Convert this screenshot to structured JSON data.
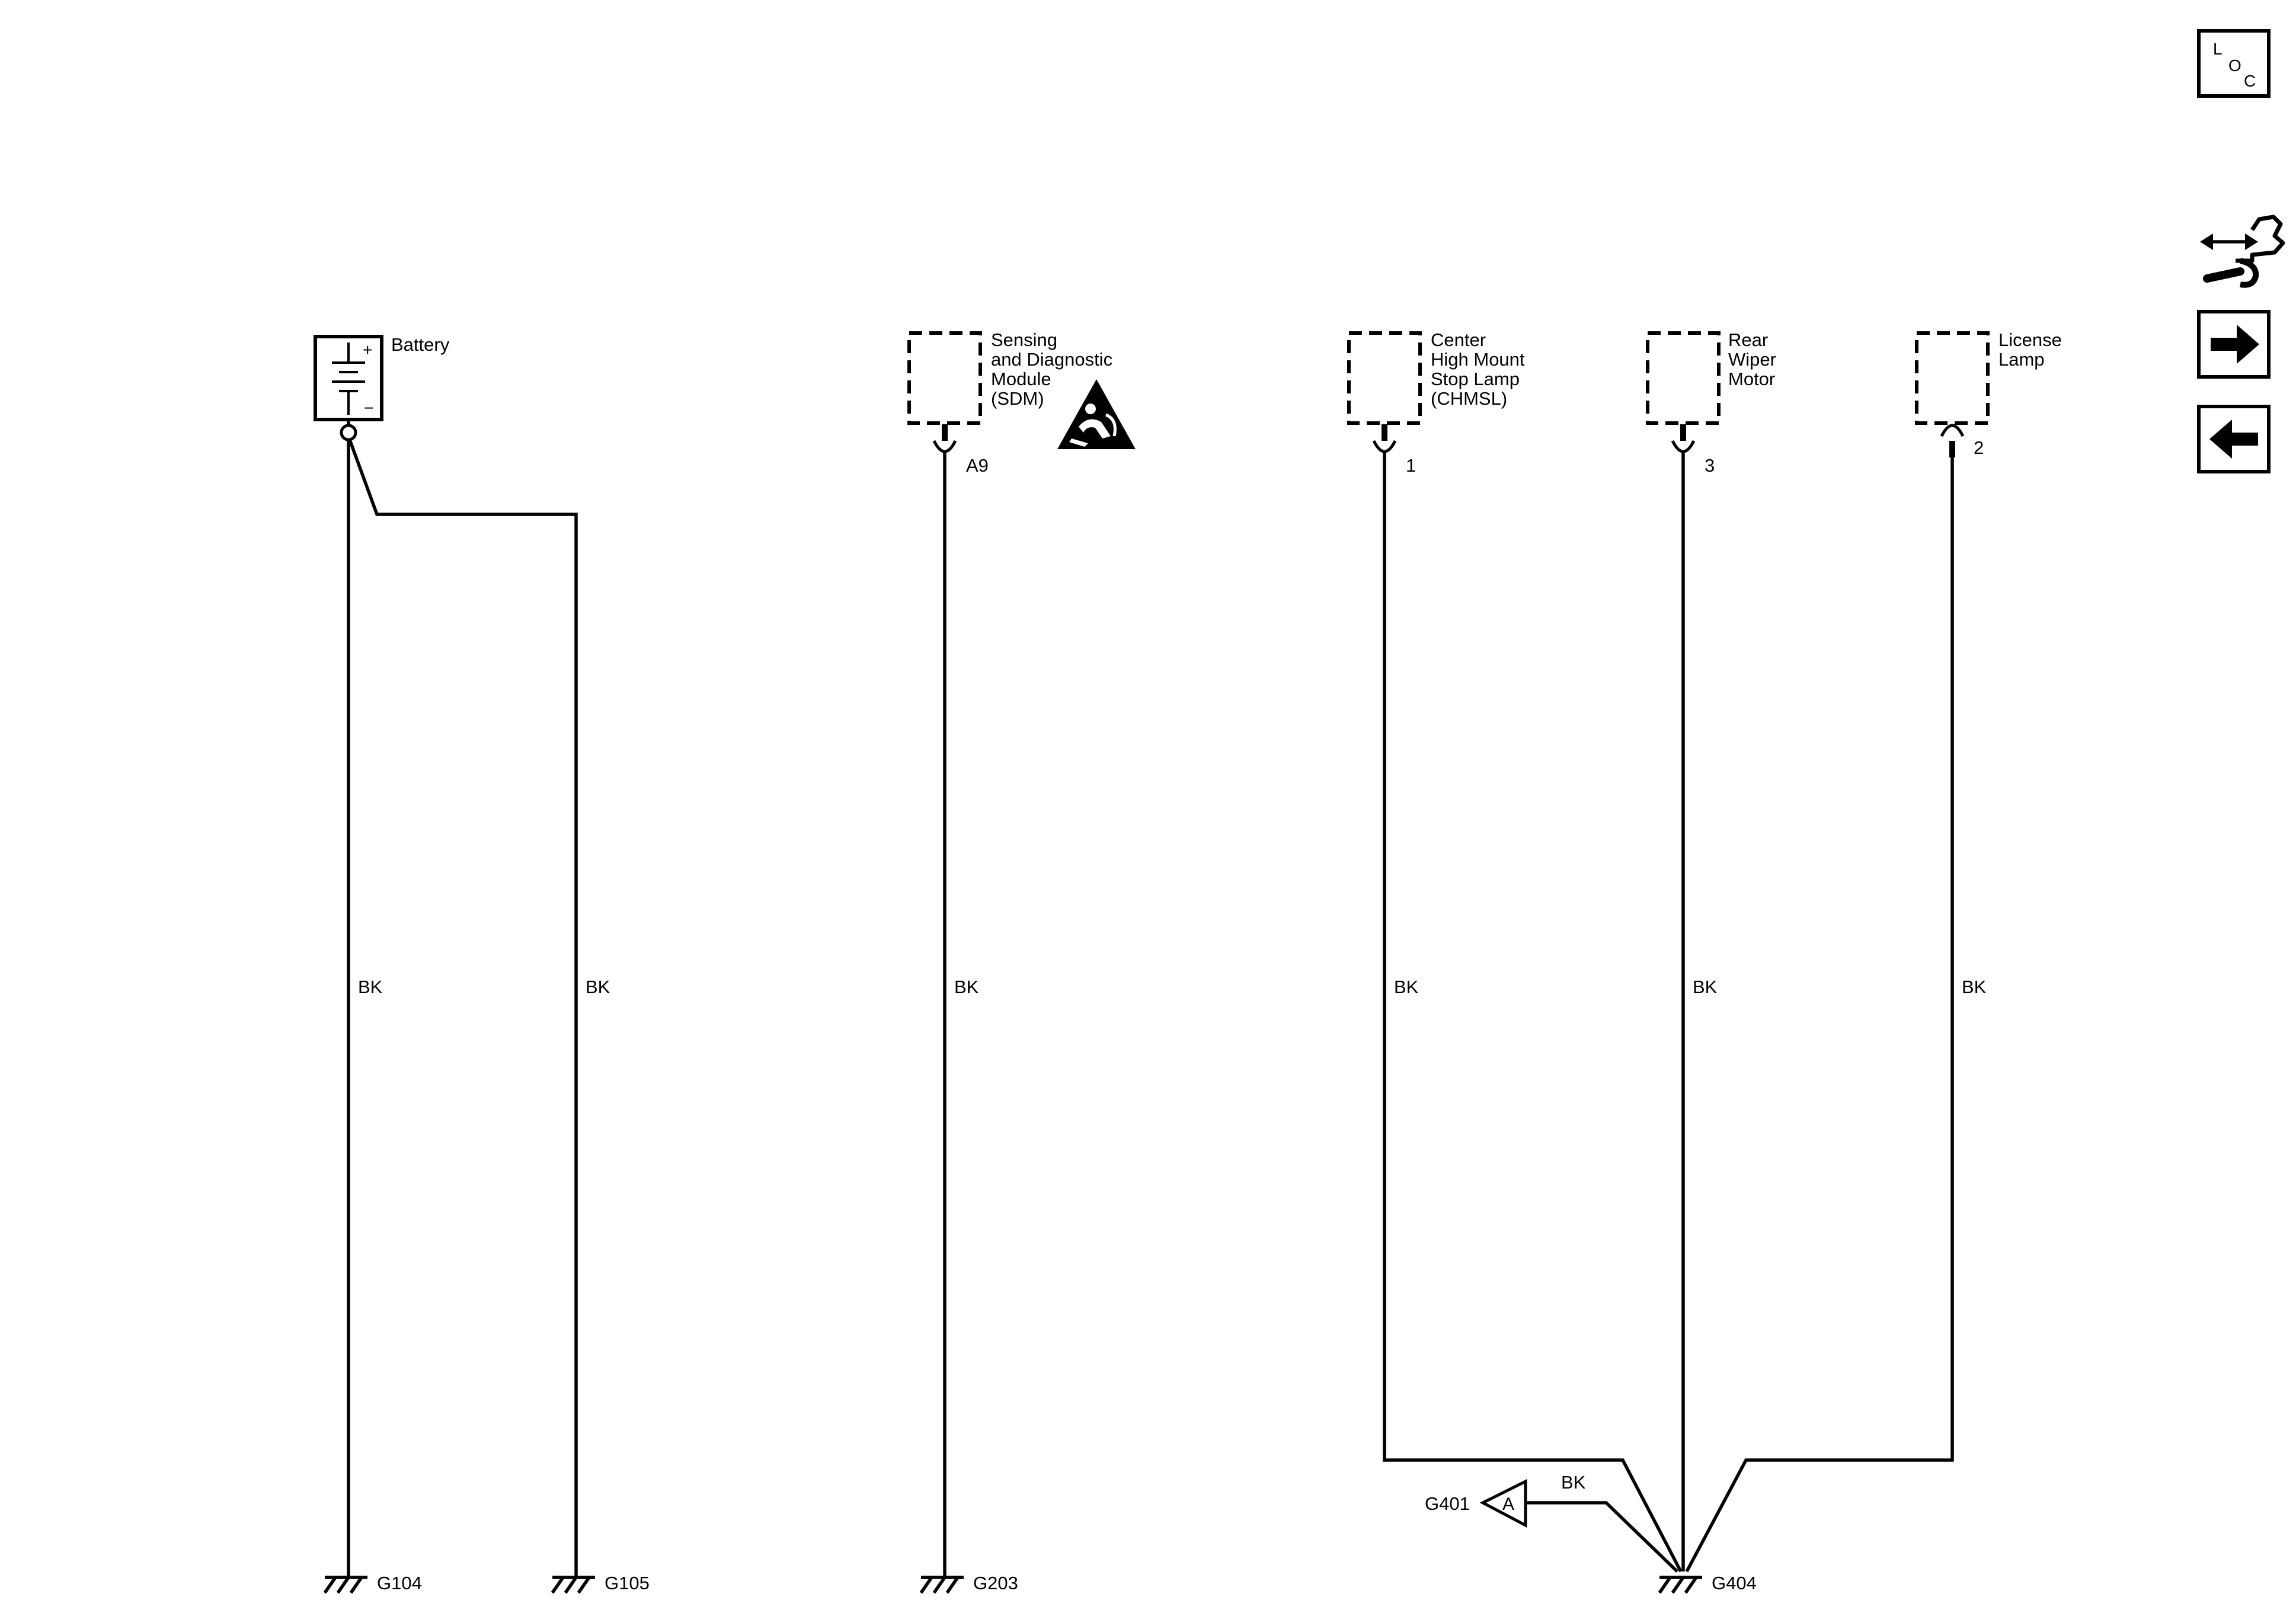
{
  "components": {
    "battery": {
      "label": "Battery",
      "plus": "+",
      "minus": "−"
    },
    "sdm": {
      "label_lines": [
        "Sensing",
        "and Diagnostic",
        "Module",
        "(SDM)"
      ],
      "pin": "A9"
    },
    "chmsl": {
      "label_lines": [
        "Center",
        "High Mount",
        "Stop Lamp",
        "(CHMSL)"
      ],
      "pin": "1"
    },
    "rear_wiper": {
      "label_lines": [
        "Rear",
        "Wiper",
        "Motor"
      ],
      "pin": "3"
    },
    "license_lamp": {
      "label_lines": [
        "License",
        "Lamp"
      ],
      "pin": "2"
    }
  },
  "wires": {
    "battery_g104": "BK",
    "battery_g105": "BK",
    "sdm_g203": "BK",
    "chmsl_g404": "BK",
    "wiper_g404": "BK",
    "license_g404": "BK",
    "g401_link": "BK"
  },
  "grounds": {
    "g104": "G104",
    "g105": "G105",
    "g203": "G203",
    "g404": "G404",
    "g401": "G401"
  },
  "connector_ref": {
    "letter": "A"
  },
  "nav": {
    "loc_letters": [
      "L",
      "O",
      "C"
    ]
  }
}
